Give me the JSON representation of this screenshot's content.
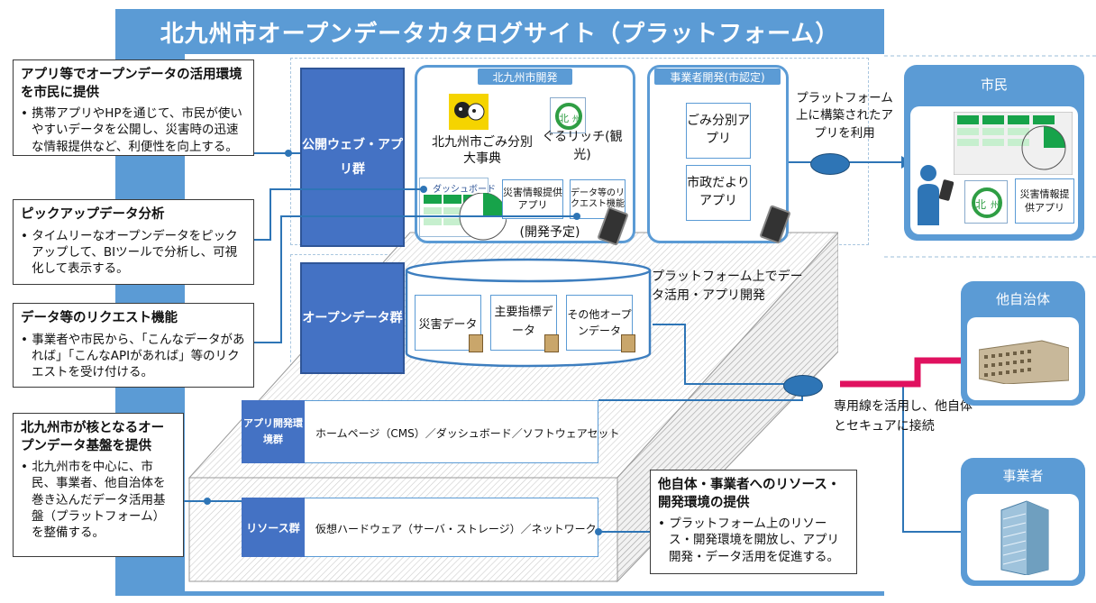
{
  "title": "北九州市オープンデータカタログサイト（プラットフォーム）",
  "callouts": {
    "c1": {
      "heading": "アプリ等でオープンデータの活用環境を市民に提供",
      "body": "• 携帯アプリやHPを通じて、市民が使いやすいデータを公開し、災害時の迅速な情報提供など、利便性を向上する。"
    },
    "c2": {
      "heading": "ピックアップデータ分析",
      "body": "• タイムリーなオープンデータをピックアップして、BIツールで分析し、可視化して表示する。"
    },
    "c3": {
      "heading": "データ等のリクエスト機能",
      "body": "• 事業者や市民から、「こんなデータがあれば」「こんなAPIがあれば」等のリクエストを受け付ける。"
    },
    "c4": {
      "heading": "北九州市が核となるオープンデータ基盤を提供",
      "body": "• 北九州市を中心に、市民、事業者、他自治体を巻き込んだデータ活用基盤（プラットフォーム）を整備する。"
    },
    "c5": {
      "heading": "他自体・事業者へのリソース・開発環境の提供",
      "body": "• プラットフォーム上のリソース・開発環境を開放し、アプリ開発・データ活用を促進する。"
    }
  },
  "groups": {
    "web_apps": "公開ウェブ・アプリ群",
    "open_data": "オープンデータ群",
    "app_dev": "アプリ開発環境群",
    "app_dev_desc": "ホームページ（CMS）／ダッシュボード／ソフトウェアセット",
    "resource": "リソース群",
    "resource_desc": "仮想ハードウェア（サーバ・ストレージ）／ネットワーク"
  },
  "city_dev": {
    "label": "北九州市開発",
    "gomi_app": "北九州市ごみ分別大事典",
    "gururich": "ぐるリッチ(観光)",
    "dashboard": "ダッシュボード",
    "disaster_app": "災害情報提供アプリ",
    "request": "データ等のリクエスト機能",
    "planned": "(開発予定)"
  },
  "biz_dev": {
    "label": "事業者開発(市認定)",
    "gomi": "ごみ分別アプリ",
    "shisei": "市政だよりアプリ"
  },
  "data_items": [
    "災害データ",
    "主要指標データ",
    "その他オープンデータ"
  ],
  "notes": {
    "platform_apps": "プラットフォーム上に構築されたアプリを利用",
    "platform_data": "プラットフォーム上でデータ活用・アプリ開発",
    "dedicated_line": "専用線を活用し、他自体とセキュアに接続"
  },
  "actors": {
    "citizen": "市民",
    "citizen_app": "災害情報提供アプリ",
    "other_gov": "他自治体",
    "business": "事業者"
  },
  "colors": {
    "panel": "#5b9bd5",
    "dark_blue": "#4472c4",
    "line": "#2e75b6",
    "red_line": "#e0115f"
  }
}
